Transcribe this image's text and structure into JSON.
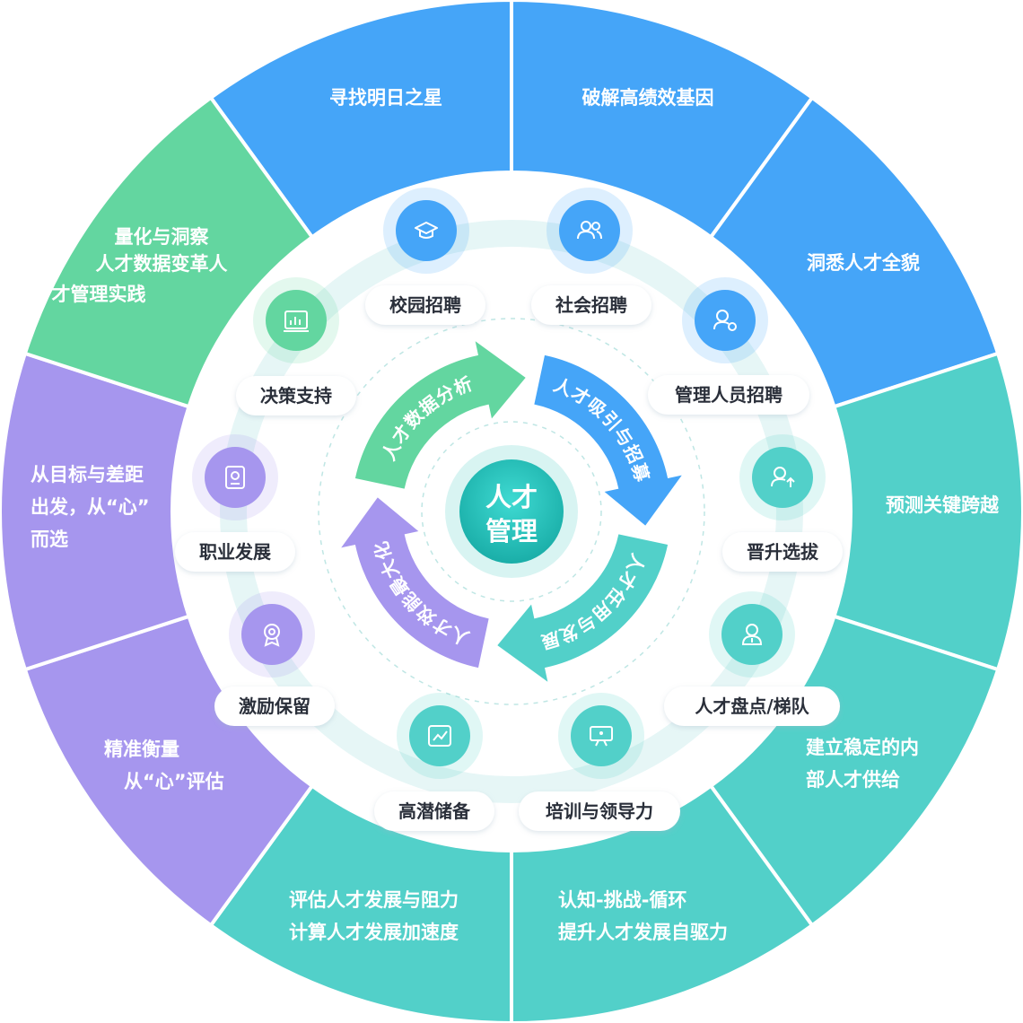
{
  "colors": {
    "blue": "#45a5f8",
    "teal": "#52d0c9",
    "green": "#63d6a0",
    "purple": "#a696ee",
    "track": "#e6f6f6",
    "core_from": "#2fcfc7",
    "core_to": "#1fb4ae",
    "pill_text": "#2a2f3a"
  },
  "outer_ring": [
    {
      "id": "s1",
      "color": "blue",
      "lines": [
        "寻找明日之星"
      ]
    },
    {
      "id": "s2",
      "color": "blue",
      "lines": [
        "破解高绩效基因"
      ]
    },
    {
      "id": "s3",
      "color": "blue",
      "lines": [
        "洞悉人才全貌"
      ]
    },
    {
      "id": "s4",
      "color": "teal",
      "lines": [
        "预测关键跨越"
      ]
    },
    {
      "id": "s5",
      "color": "teal",
      "lines": [
        "建立稳定的内",
        "部人才供给"
      ]
    },
    {
      "id": "s6",
      "color": "teal",
      "lines": [
        "认知-挑战-循环",
        "提升人才发展自驱力"
      ]
    },
    {
      "id": "s7",
      "color": "teal",
      "lines": [
        "评估人才发展与阻力",
        "计算人才发展加速度"
      ]
    },
    {
      "id": "s8",
      "color": "purple",
      "lines": [
        "精准衡量",
        "从“心”评估"
      ]
    },
    {
      "id": "s9",
      "color": "purple",
      "lines": [
        "从目标与差距",
        "出发，从“心”",
        "而选"
      ]
    },
    {
      "id": "s10",
      "color": "green",
      "lines": [
        "量化与洞察",
        "人才数据变革人",
        "才管理实践"
      ]
    }
  ],
  "modules": [
    {
      "id": "m1",
      "label": "校园招聘",
      "icon": "graduation-cap-icon",
      "color": "blue"
    },
    {
      "id": "m2",
      "label": "社会招聘",
      "icon": "users-icon",
      "color": "blue"
    },
    {
      "id": "m3",
      "label": "管理人员招聘",
      "icon": "manager-gear-icon",
      "color": "blue"
    },
    {
      "id": "m4",
      "label": "晋升选拔",
      "icon": "user-promote-icon",
      "color": "teal"
    },
    {
      "id": "m5",
      "label": "人才盘点/梯队",
      "icon": "user-badge-icon",
      "color": "teal"
    },
    {
      "id": "m6",
      "label": "培训与领导力",
      "icon": "presentation-icon",
      "color": "teal"
    },
    {
      "id": "m7",
      "label": "高潜储备",
      "icon": "trend-chart-icon",
      "color": "teal"
    },
    {
      "id": "m8",
      "label": "激励保留",
      "icon": "award-medal-icon",
      "color": "purple"
    },
    {
      "id": "m9",
      "label": "职业发展",
      "icon": "profile-card-icon",
      "color": "purple"
    },
    {
      "id": "m10",
      "label": "决策支持",
      "icon": "dashboard-icon",
      "color": "green"
    }
  ],
  "cycle": [
    {
      "id": "c1",
      "label": "人才数据分析",
      "color": "green"
    },
    {
      "id": "c2",
      "label": "人才吸引与招募",
      "color": "blue"
    },
    {
      "id": "c3",
      "label": "人才任用与发展",
      "color": "teal"
    },
    {
      "id": "c4",
      "label": "人才效能最大化",
      "color": "purple"
    }
  ],
  "core": {
    "line1": "人才",
    "line2": "管理"
  }
}
